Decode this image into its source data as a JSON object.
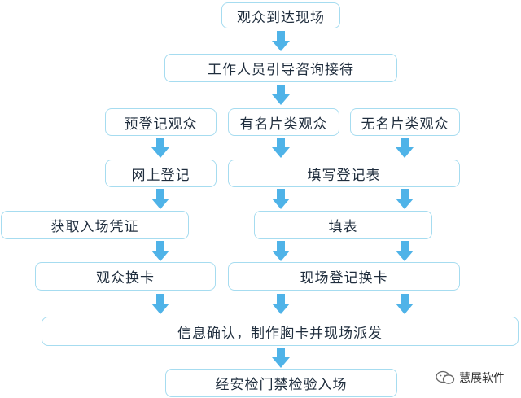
{
  "nodes": {
    "arrive": "观众到达现场",
    "staff": "工作人员引导咨询接待",
    "prereg": "预登记观众",
    "with_card": "有名片类观众",
    "no_card": "无名片类观众",
    "online_reg": "网上登记",
    "fill_form": "填写登记表",
    "get_voucher": "获取入场凭证",
    "fill_table": "填表",
    "visitor_exchange": "观众换卡",
    "onsite_exchange": "现场登记换卡",
    "confirm": "信息确认，制作胸卡并现场派发",
    "security": "经安检门禁检验入场"
  },
  "watermark": {
    "text": "慧展软件",
    "icon": "wechat-icon"
  },
  "colors": {
    "border": "#a6dcf0",
    "arrow": "#4fb3e8",
    "text": "#1f2d3d"
  }
}
